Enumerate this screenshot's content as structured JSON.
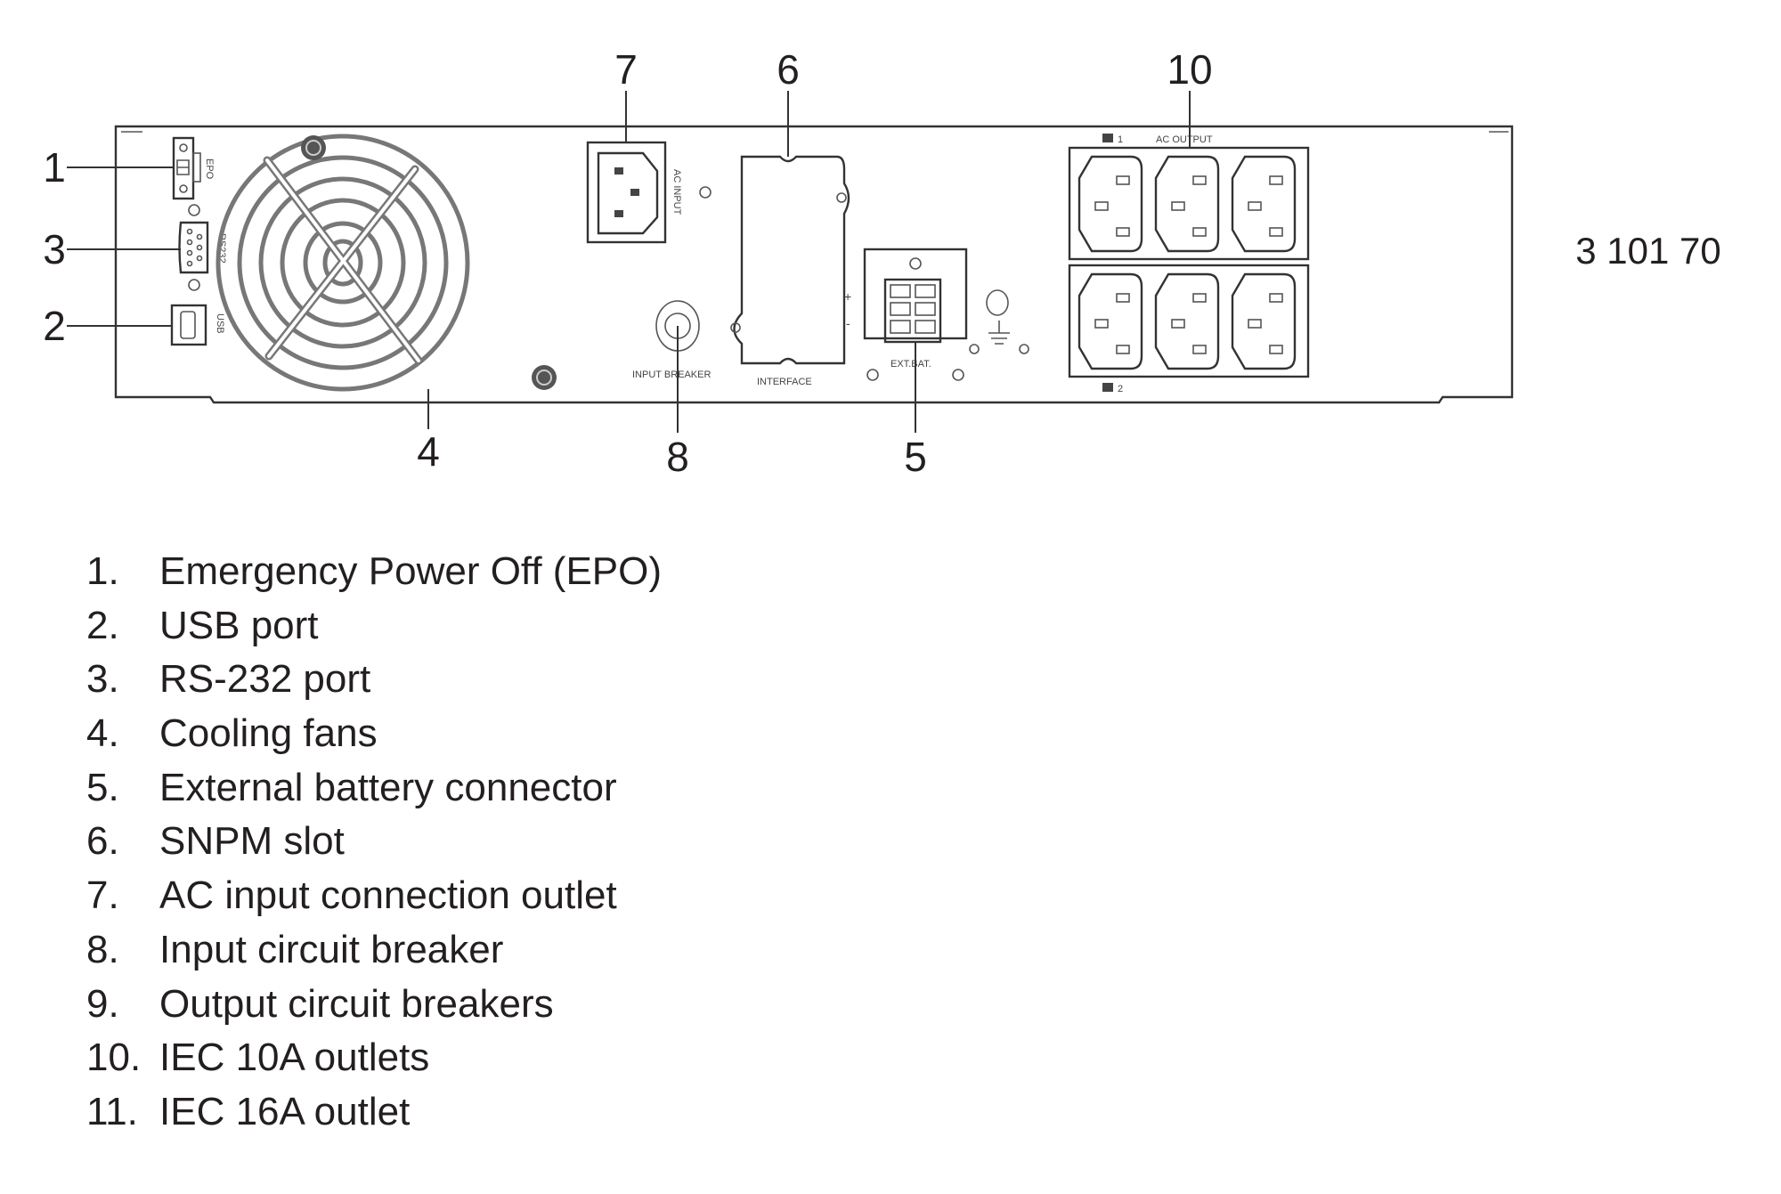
{
  "diagram": {
    "model_code": "3 101 70",
    "callouts": {
      "c1": "1",
      "c2": "2",
      "c3": "3",
      "c4": "4",
      "c5": "5",
      "c6": "6",
      "c7": "7",
      "c8": "8",
      "c10": "10"
    },
    "panel_labels": {
      "epo": "EPO",
      "rs232": "RS232",
      "usb": "USB",
      "ac_input": "AC INPUT",
      "input_breaker": "INPUT BREAKER",
      "interface": "INTERFACE",
      "ext_bat": "EXT.BAT.",
      "ac_output": "AC OUTPUT",
      "group1": "1",
      "group2": "2",
      "plus": "+",
      "minus": "-"
    }
  },
  "legend": [
    {
      "num": "1.",
      "label": "Emergency Power Off (EPO)"
    },
    {
      "num": "2.",
      "label": "USB port"
    },
    {
      "num": "3.",
      "label": "RS-232 port"
    },
    {
      "num": "4.",
      "label": "Cooling fans"
    },
    {
      "num": "5.",
      "label": "External battery connector"
    },
    {
      "num": "6.",
      "label": "SNPM slot"
    },
    {
      "num": "7.",
      "label": "AC input connection outlet"
    },
    {
      "num": "8.",
      "label": "Input circuit breaker"
    },
    {
      "num": "9.",
      "label": "Output circuit breakers"
    },
    {
      "num": "10.",
      "label": "IEC 10A outlets"
    },
    {
      "num": "11.",
      "label": "IEC 16A outlet"
    }
  ]
}
